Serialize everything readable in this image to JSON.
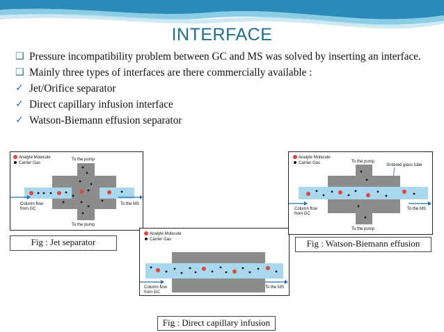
{
  "title": "INTERFACE",
  "bullets": [
    {
      "marker": "square",
      "text": "Pressure incompatibility problem between GC and MS was solved by inserting an interface."
    },
    {
      "marker": "square",
      "text": "Mainly three types of interfaces are there commercially available :"
    },
    {
      "marker": "check",
      "text": "Jet/Orifice separator"
    },
    {
      "marker": "check",
      "text": "Direct capillary infusion interface"
    },
    {
      "marker": "check",
      "text": "Watson-Biemann effusion separator"
    }
  ],
  "figures": {
    "jet": {
      "caption": "Fig : Jet separator",
      "legend_analyte": "Analyte Molecule",
      "legend_carrier": "Carrier Gas",
      "to_pump_top": "To the pump",
      "to_pump_bottom": "To the pump",
      "column_flow": "Column flow",
      "from_gc": "from GC",
      "to_ms": "To the MS"
    },
    "direct": {
      "caption": "Fig : Direct capillary infusion",
      "legend_analyte": "Analyte Molecule",
      "legend_carrier": "Carrier Gas",
      "column_flow": "Column flow",
      "from_gc": "from GC",
      "to_ms": "To the MS"
    },
    "watson": {
      "caption": "Fig : Watson-Biemann effusion",
      "legend_analyte": "Analyte Molecule",
      "legend_carrier": "Carrier Gas",
      "to_pump_top": "To the pump",
      "sintered": "Sintered glass tube",
      "to_pump_bottom": "To the pump",
      "column_flow": "Column flow",
      "from_gc": "from GC",
      "to_ms": "To the MS"
    }
  },
  "colors": {
    "title": "#1e6e8e",
    "tube": "#a9d8ee",
    "block": "#8c8c8c",
    "analyte": "#e0463f",
    "arrow": "#1f6fb0"
  }
}
